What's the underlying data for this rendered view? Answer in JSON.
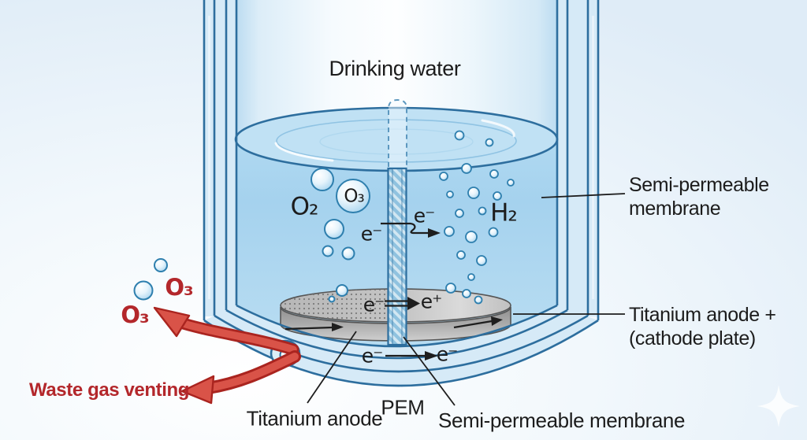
{
  "labels": {
    "drinking_water": "Drinking water",
    "o2": "O₂",
    "o3_bubble": "O₃",
    "h2": "H₂",
    "e_minus": "e⁻",
    "e_plus": "e⁺",
    "semi_permeable_right": "Semi-permeable\nmembrane",
    "titanium_anode_right": "Titanium anode +\n(cathode plate)",
    "o3_outside_upper": "O₃",
    "o3_outside_lower": "O₃",
    "waste_gas_venting": "Waste gas venting",
    "titanium_anode_bottom": "Titanium anode",
    "pem": "PEM",
    "semi_permeable_bottom": "Semi-permeable membrane"
  },
  "colors": {
    "outline_blue": "#2d6e9e",
    "water_fill": "#a9d5ef",
    "wall_band": "#d6eaf7",
    "disk_grey": "#b5b5b5",
    "accent_red": "#b3272b",
    "text": "#1c1c1c"
  },
  "icons": {
    "sparkle_icon": "✦"
  }
}
